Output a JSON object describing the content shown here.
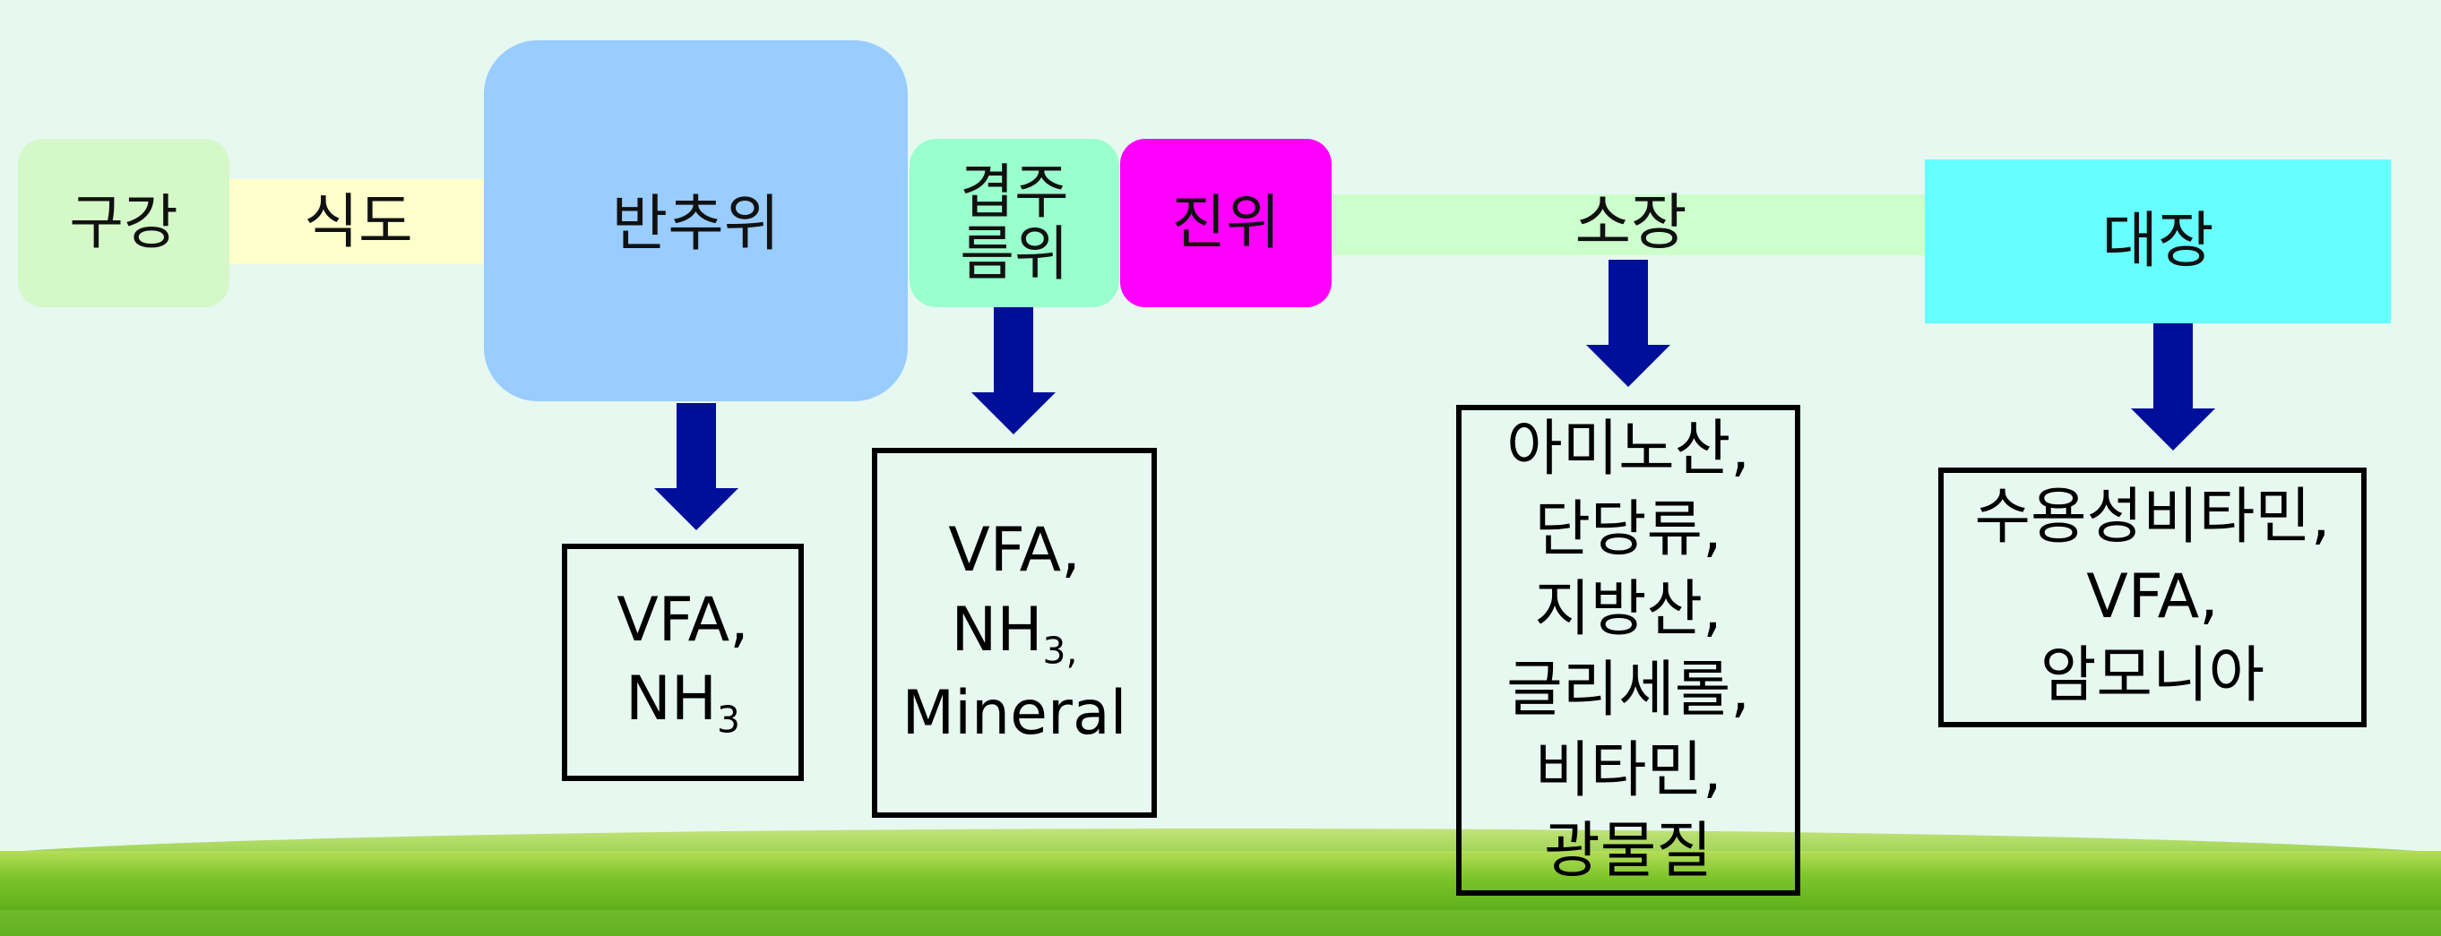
{
  "colors": {
    "background": "#e6f8f0",
    "arrow": "#000f99",
    "mouth": "#d5f8c8",
    "esophagus": "#ffffcc",
    "rumen": "#99ccff",
    "reticulum": "#99ffcc",
    "abomasum": "#ff00ff",
    "small_intestine": "#ccffcc",
    "large_intestine": "#66ffff"
  },
  "organs": {
    "mouth": "구강",
    "esophagus": "식도",
    "rumen": "반추위",
    "reticulum_line1": "겹주",
    "reticulum_line2": "름위",
    "abomasum": "진위",
    "small_intestine": "소장",
    "large_intestine": "대장"
  },
  "products": {
    "rumen": {
      "line1": "VFA,",
      "line2_main": "NH",
      "line2_sub": "3"
    },
    "omasum": {
      "line1": "VFA,",
      "line2_main": "NH",
      "line2_sub": "3,",
      "line3": "Mineral"
    },
    "small_intestine": [
      "아미노산,",
      "단당류,",
      "지방산,",
      "글리세롤,",
      "비타민,",
      "광물질"
    ],
    "large_intestine": [
      "수용성비타민,",
      "VFA,",
      "암모니아"
    ]
  }
}
